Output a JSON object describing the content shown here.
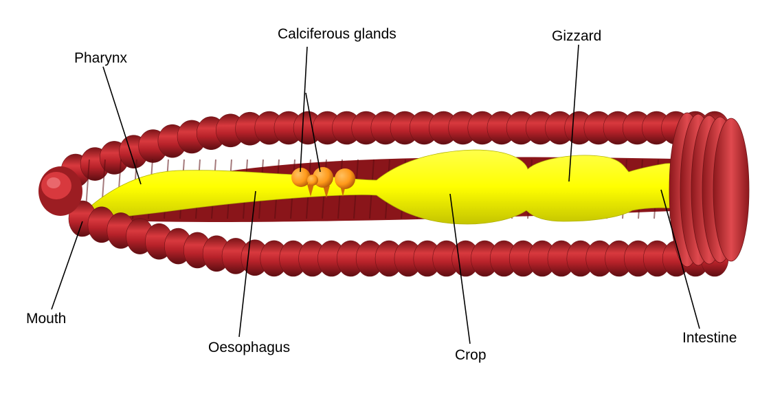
{
  "labels": {
    "calciferous_glands": "Calciferous glands",
    "pharynx": "Pharynx",
    "gizzard": "Gizzard",
    "mouth": "Mouth",
    "oesophagus": "Oesophagus",
    "crop": "Crop",
    "intestine": "Intestine"
  },
  "colors": {
    "body_wall": "#c0262b",
    "body_wall_dark": "#6e1216",
    "body_wall_light": "#e5555a",
    "gut": "#ffff00",
    "gut_shade": "#c8c800",
    "glands": "#ff9a1a",
    "gland_shade": "#c9640a",
    "line": "#000000",
    "background": "#ffffff"
  }
}
